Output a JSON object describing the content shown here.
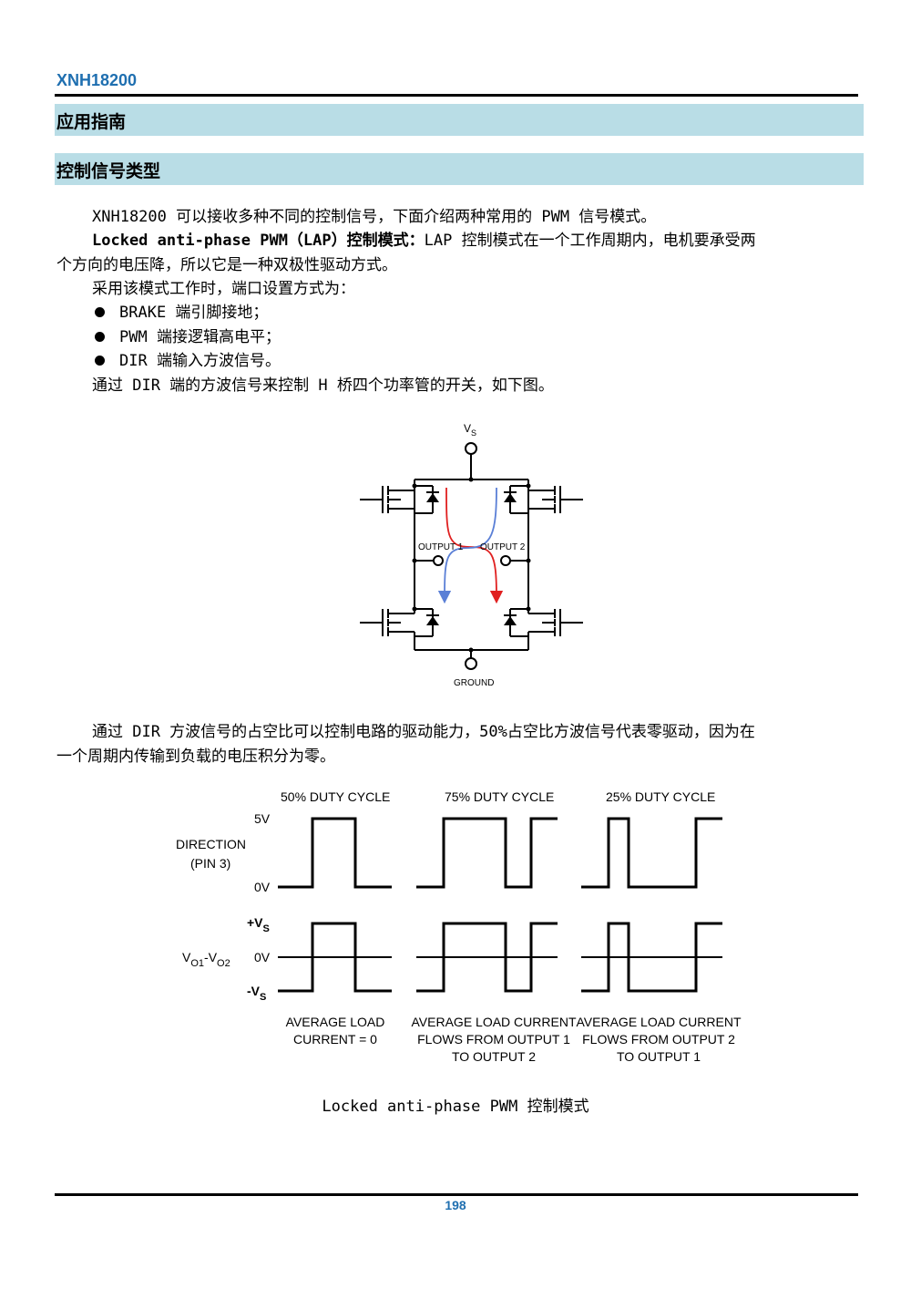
{
  "header": {
    "doc_id": "XNH18200"
  },
  "sections": {
    "app_guide": "应用指南",
    "control_signal_types": "控制信号类型"
  },
  "body": {
    "intro": "XNH18200 可以接收多种不同的控制信号，下面介绍两种常用的 PWM 信号模式。",
    "lap_title": "Locked anti-phase PWM（LAP）控制模式：",
    "lap_desc_1": "LAP 控制模式在一个工作周期内，电机要承受两",
    "lap_desc_2": "个方向的电压降，所以它是一种双极性驱动方式。",
    "port_setup": "采用该模式工作时，端口设置方式为：",
    "bullets": [
      "BRAKE 端引脚接地；",
      "PWM 端接逻辑高电平；",
      "DIR 端输入方波信号。"
    ],
    "hbridge_intro": "通过 DIR 端的方波信号来控制 H 桥四个功率管的开关，如下图。",
    "duty_desc_1": "通过 DIR 方波信号的占空比可以控制电路的驱动能力，50%占空比方波信号代表零驱动，因为在",
    "duty_desc_2": "一个周期内传输到负载的电压积分为零。"
  },
  "hbridge": {
    "vs_label": "V",
    "vs_sub": "S",
    "output1": "OUTPUT 1",
    "output2": "OUTPUT 2",
    "ground": "GROUND"
  },
  "waveform": {
    "titles": [
      "50% DUTY CYCLE",
      "75% DUTY CYCLE",
      "25% DUTY CYCLE"
    ],
    "direction_label_1": "DIRECTION",
    "direction_label_2": "(PIN 3)",
    "dir_high": "5V",
    "dir_low": "0V",
    "vo_label_v1": "V",
    "vo_label_s1": "O1",
    "vo_label_dash": "-V",
    "vo_label_s2": "O2",
    "plus_vs": "+V",
    "plus_vs_sub": "S",
    "zero_v": "0V",
    "minus_vs": "-V",
    "minus_vs_sub": "S",
    "notes": [
      [
        "AVERAGE LOAD",
        "CURRENT = 0"
      ],
      [
        "AVERAGE LOAD CURRENT",
        "FLOWS FROM OUTPUT 1",
        "TO OUTPUT 2"
      ],
      [
        "AVERAGE LOAD CURRENT",
        "FLOWS FROM OUTPUT 2",
        "TO OUTPUT 1"
      ]
    ],
    "duty_cycles": [
      0.5,
      0.75,
      0.25
    ]
  },
  "caption": "Locked anti-phase PWM 控制模式",
  "footer": {
    "page_number": "198"
  },
  "colors": {
    "accent": "#1f6fb0",
    "section_bg": "#b9dde6",
    "current_red": "#e02020",
    "current_blue": "#5a7fd6"
  }
}
